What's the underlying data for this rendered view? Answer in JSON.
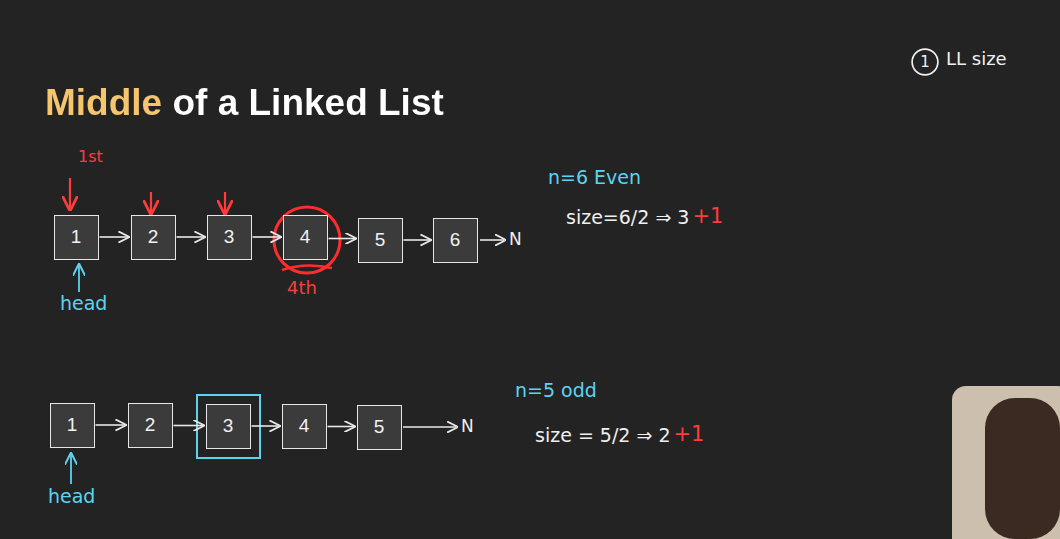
{
  "diagram": {
    "title": "Middle of a Linked List",
    "nodes": [
      {
        "text": [
          "1"
        ]
      },
      {
        "text": [
          "1"
        ]
      },
      {
        "text": [
          "2"
        ]
      },
      {
        "text": [
          "3"
        ]
      },
      {
        "text": [
          "4"
        ]
      },
      {
        "text": [
          "5"
        ]
      },
      {
        "text": [
          "6"
        ]
      },
      {
        "text": [
          "1"
        ]
      },
      {
        "text": [
          "2"
        ]
      },
      {
        "text": [
          "3"
        ]
      },
      {
        "text": [
          "4"
        ]
      },
      {
        "text": [
          "5"
        ]
      }
    ],
    "edges": [
      {
        "from": 1,
        "to": 2,
        "arrow": "to"
      },
      {
        "from": 2,
        "to": 3,
        "arrow": "to"
      },
      {
        "from": 3,
        "to": 4,
        "arrow": "to"
      },
      {
        "from": 4,
        "to": 5,
        "arrow": "to"
      },
      {
        "from": 5,
        "to": 6,
        "arrow": "to"
      },
      {
        "from": 7,
        "to": 8,
        "arrow": "to"
      },
      {
        "from": 8,
        "to": 9,
        "arrow": "to"
      },
      {
        "from": 9,
        "to": 10,
        "arrow": "to"
      },
      {
        "from": 10,
        "to": 11,
        "arrow": "to"
      }
    ],
    "labels": [
      "LL size",
      "1st",
      "head",
      "N",
      "4th",
      "n=6 Even",
      "size=6/2 ⇒ 3",
      "+1",
      "head",
      "N",
      "n=5 odd",
      "size = 5/2 ⇒ 2",
      "+1"
    ]
  }
}
